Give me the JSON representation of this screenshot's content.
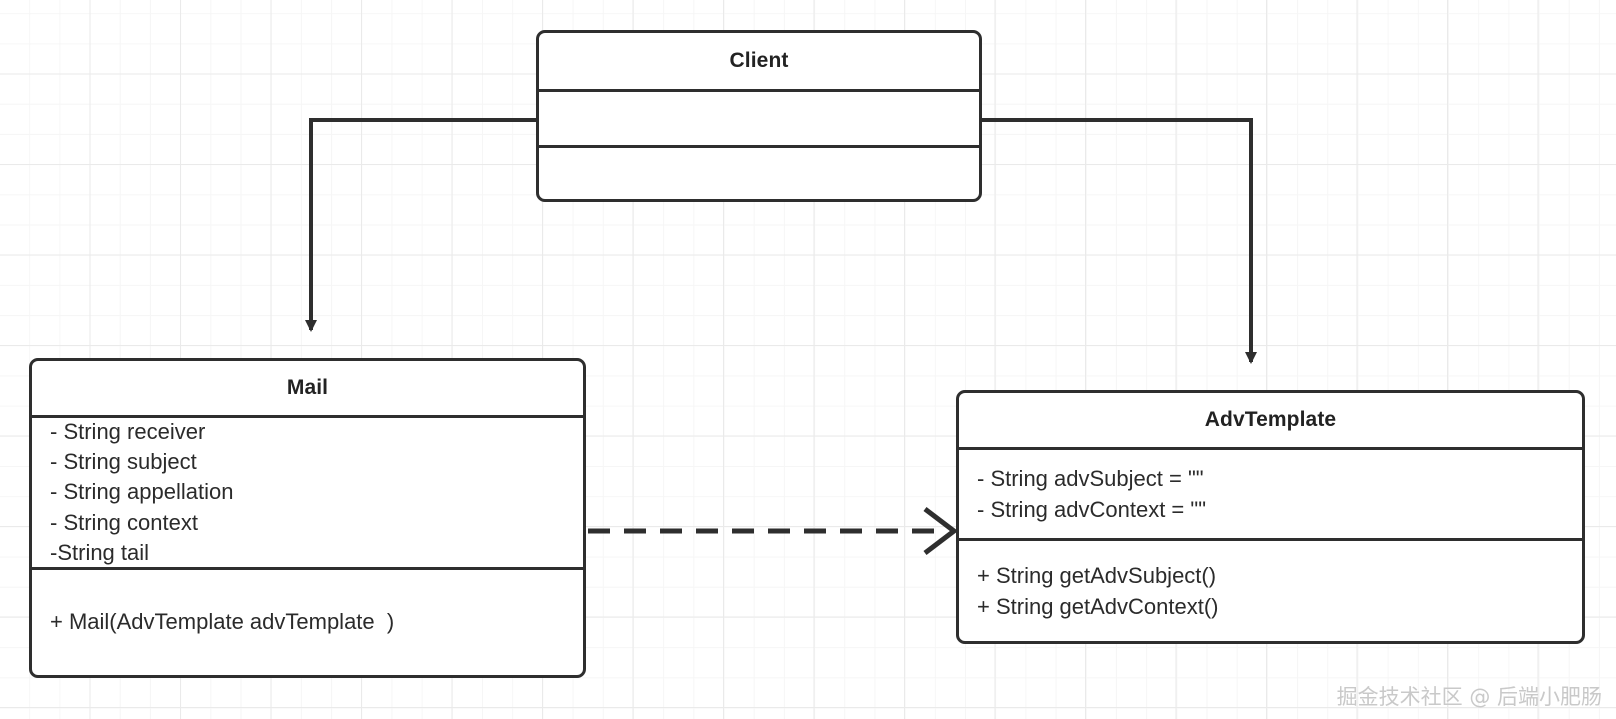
{
  "diagram": {
    "type": "uml-class-diagram",
    "background": "grid",
    "stroke_color": "#2e2e2e",
    "grid_minor_color": "#f6f6f6",
    "grid_major_color": "#eaeaea"
  },
  "classes": {
    "client": {
      "name": "Client",
      "attributes": [],
      "operations": []
    },
    "mail": {
      "name": "Mail",
      "attributes": [
        "- String receiver",
        "- String subject",
        "- String appellation",
        "- String context",
        "-String tail"
      ],
      "operations": [
        "+ Mail(AdvTemplate advTemplate  )"
      ]
    },
    "advtemplate": {
      "name": "AdvTemplate",
      "attributes": [
        "- String advSubject = \"\"",
        "- String advContext = \"\""
      ],
      "operations": [
        "+ String getAdvSubject()",
        "+ String getAdvContext()"
      ]
    }
  },
  "edges": [
    {
      "id": "client-to-mail",
      "from": "client",
      "to": "mail",
      "style": "solid",
      "arrowhead": "filled-triangle",
      "relation": "association"
    },
    {
      "id": "client-to-advtemplate",
      "from": "client",
      "to": "advtemplate",
      "style": "solid",
      "arrowhead": "filled-triangle",
      "relation": "association"
    },
    {
      "id": "mail-to-advtemplate",
      "from": "mail",
      "to": "advtemplate",
      "style": "dashed",
      "arrowhead": "open-v",
      "relation": "dependency"
    }
  ],
  "watermark": {
    "text": "掘金技术社区 @ 后端小肥肠",
    "color": "#c9c9c9"
  }
}
